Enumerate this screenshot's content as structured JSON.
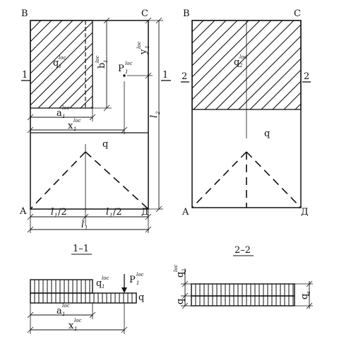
{
  "plan1": {
    "corner_b": "B",
    "corner_c": "C",
    "corner_a": "A",
    "corner_d": "Д",
    "section_left": "1",
    "section_right": "1",
    "load_region": "q",
    "load_region_sup": "loc",
    "load_region_sub": "1",
    "point_load": "P",
    "point_load_sup": "loc",
    "point_load_sub": "1",
    "dim_b": "b",
    "dim_b_sup": "loc",
    "dim_b_sub": "1",
    "dim_y": "y",
    "dim_y_sup": "loc",
    "dim_y_sub": "1",
    "dim_a": "a",
    "dim_a_sup": "loc",
    "dim_a_sub": "1",
    "dim_x": "x",
    "dim_x_sup": "loc",
    "dim_x_sub": "1",
    "uniform_load": "q",
    "dim_l2": "l",
    "dim_l2_sub": "2",
    "dim_half_left": "l",
    "dim_half_left_sub": "1",
    "dim_half_left_tail": "/2",
    "dim_half_right": "l",
    "dim_half_right_sub": "1",
    "dim_half_right_tail": "/2",
    "dim_l1": "l",
    "dim_l1_sub": "1"
  },
  "plan2": {
    "corner_b": "B",
    "corner_c": "C",
    "corner_a": "A",
    "corner_d": "Д",
    "section_left": "2",
    "section_right": "2",
    "load_region": "q",
    "load_region_sup": "loc",
    "load_region_sub": "2",
    "uniform_load": "q"
  },
  "section1": {
    "title": "1–1",
    "load_local": "q",
    "load_local_sup": "loc",
    "load_local_sub": "1",
    "point_load": "P",
    "point_load_sup": "loc",
    "point_load_sub": "1",
    "load_uniform": "q",
    "dim_a": "a",
    "dim_a_sup": "loc",
    "dim_a_sub": "1",
    "dim_x": "x",
    "dim_x_sup": "loc",
    "dim_x_sub": "1"
  },
  "section2": {
    "title": "2–2",
    "load_local": "q",
    "load_local_sup": "loc",
    "load_local_sub": "2",
    "load_uniform": "q",
    "load_total": "q",
    "load_total_sub": "s"
  }
}
